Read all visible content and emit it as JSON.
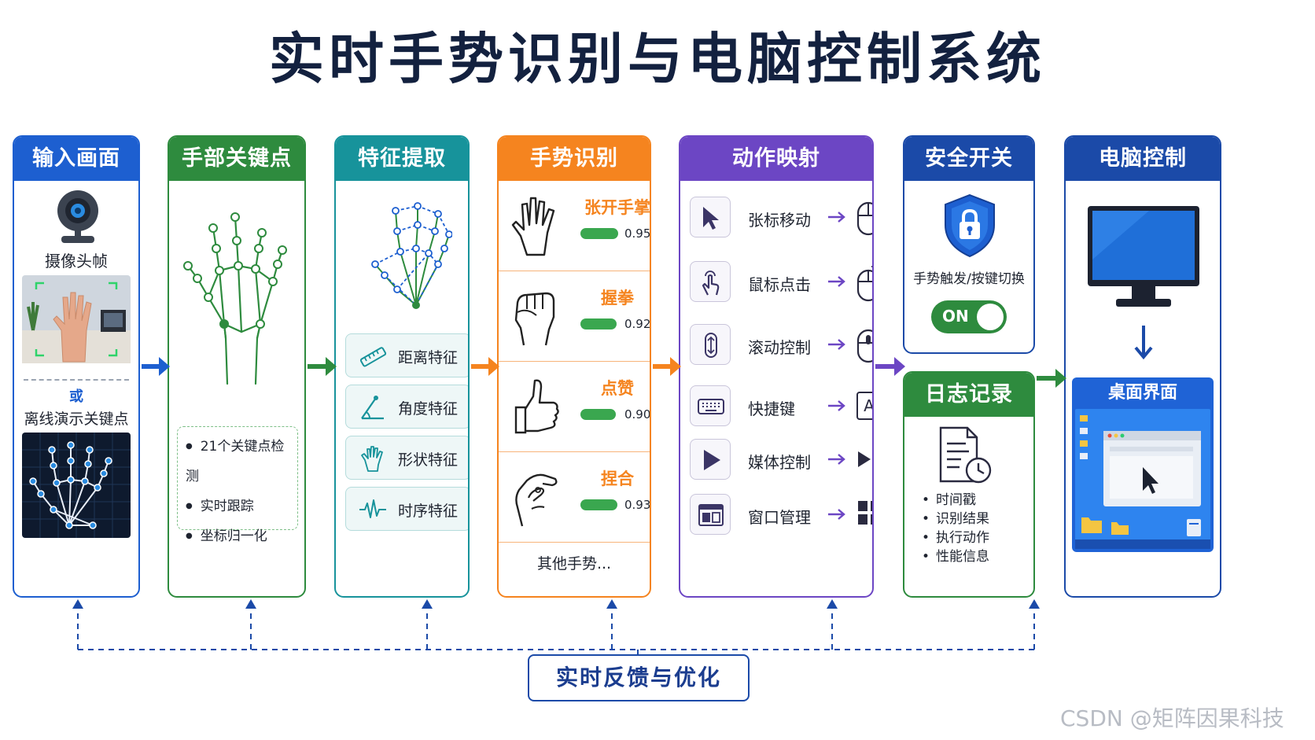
{
  "title": "实时手势识别与电脑控制系统",
  "panels": {
    "input": {
      "header": "输入画面",
      "camera_label": "摄像头帧",
      "or_label": "或",
      "offline_label": "离线演示关键点"
    },
    "landmarks": {
      "header": "手部关键点",
      "bullets": [
        "21个关键点检测",
        "实时跟踪",
        "坐标归一化"
      ]
    },
    "features": {
      "header": "特征提取",
      "cards": [
        "距离特征",
        "角度特征",
        "形状特征",
        "时序特征"
      ]
    },
    "gestures": {
      "header": "手势识别",
      "items": [
        {
          "name": "张开手掌",
          "score": 0.95,
          "score_text": "0.95"
        },
        {
          "name": "握拳",
          "score": 0.92,
          "score_text": "0.92"
        },
        {
          "name": "点赞",
          "score": 0.9,
          "score_text": "0.90"
        },
        {
          "name": "捏合",
          "score": 0.93,
          "score_text": "0.93"
        }
      ],
      "more": "其他手势..."
    },
    "actions": {
      "header": "动作映射",
      "items": [
        {
          "label": "张标移动",
          "icon": "cursor-icon",
          "device": "mouse-icon"
        },
        {
          "label": "鼠标点击",
          "icon": "tap-icon",
          "device": "mouse-click-icon"
        },
        {
          "label": "滚动控制",
          "icon": "scroll-icon",
          "device": "mouse-scroll-icon"
        },
        {
          "label": "快捷键",
          "icon": "keyboard-icon",
          "device": "key-a-icon",
          "key_text": "A"
        },
        {
          "label": "媒体控制",
          "icon": "play-icon",
          "device": "play-pause-icon"
        },
        {
          "label": "窗口管理",
          "icon": "window-icon",
          "device": "grid-icon"
        }
      ]
    },
    "safety": {
      "header": "安全开关",
      "caption": "手势触发/按键切换",
      "toggle_text": "ON"
    },
    "log": {
      "header": "日志记录",
      "bullets": [
        "时间戳",
        "识别结果",
        "执行动作",
        "性能信息"
      ]
    },
    "control": {
      "header": "电脑控制",
      "desktop_header": "桌面界面"
    }
  },
  "feedback_label": "实时反馈与优化",
  "watermark": "CSDN @矩阵因果科技",
  "colors": {
    "blue": "#1d5fd0",
    "green": "#2e8b3e",
    "teal": "#17939b",
    "orange": "#f5841f",
    "purple": "#6c46c4",
    "navy": "#1b4aa8",
    "score_bar": "#3aa74f"
  }
}
